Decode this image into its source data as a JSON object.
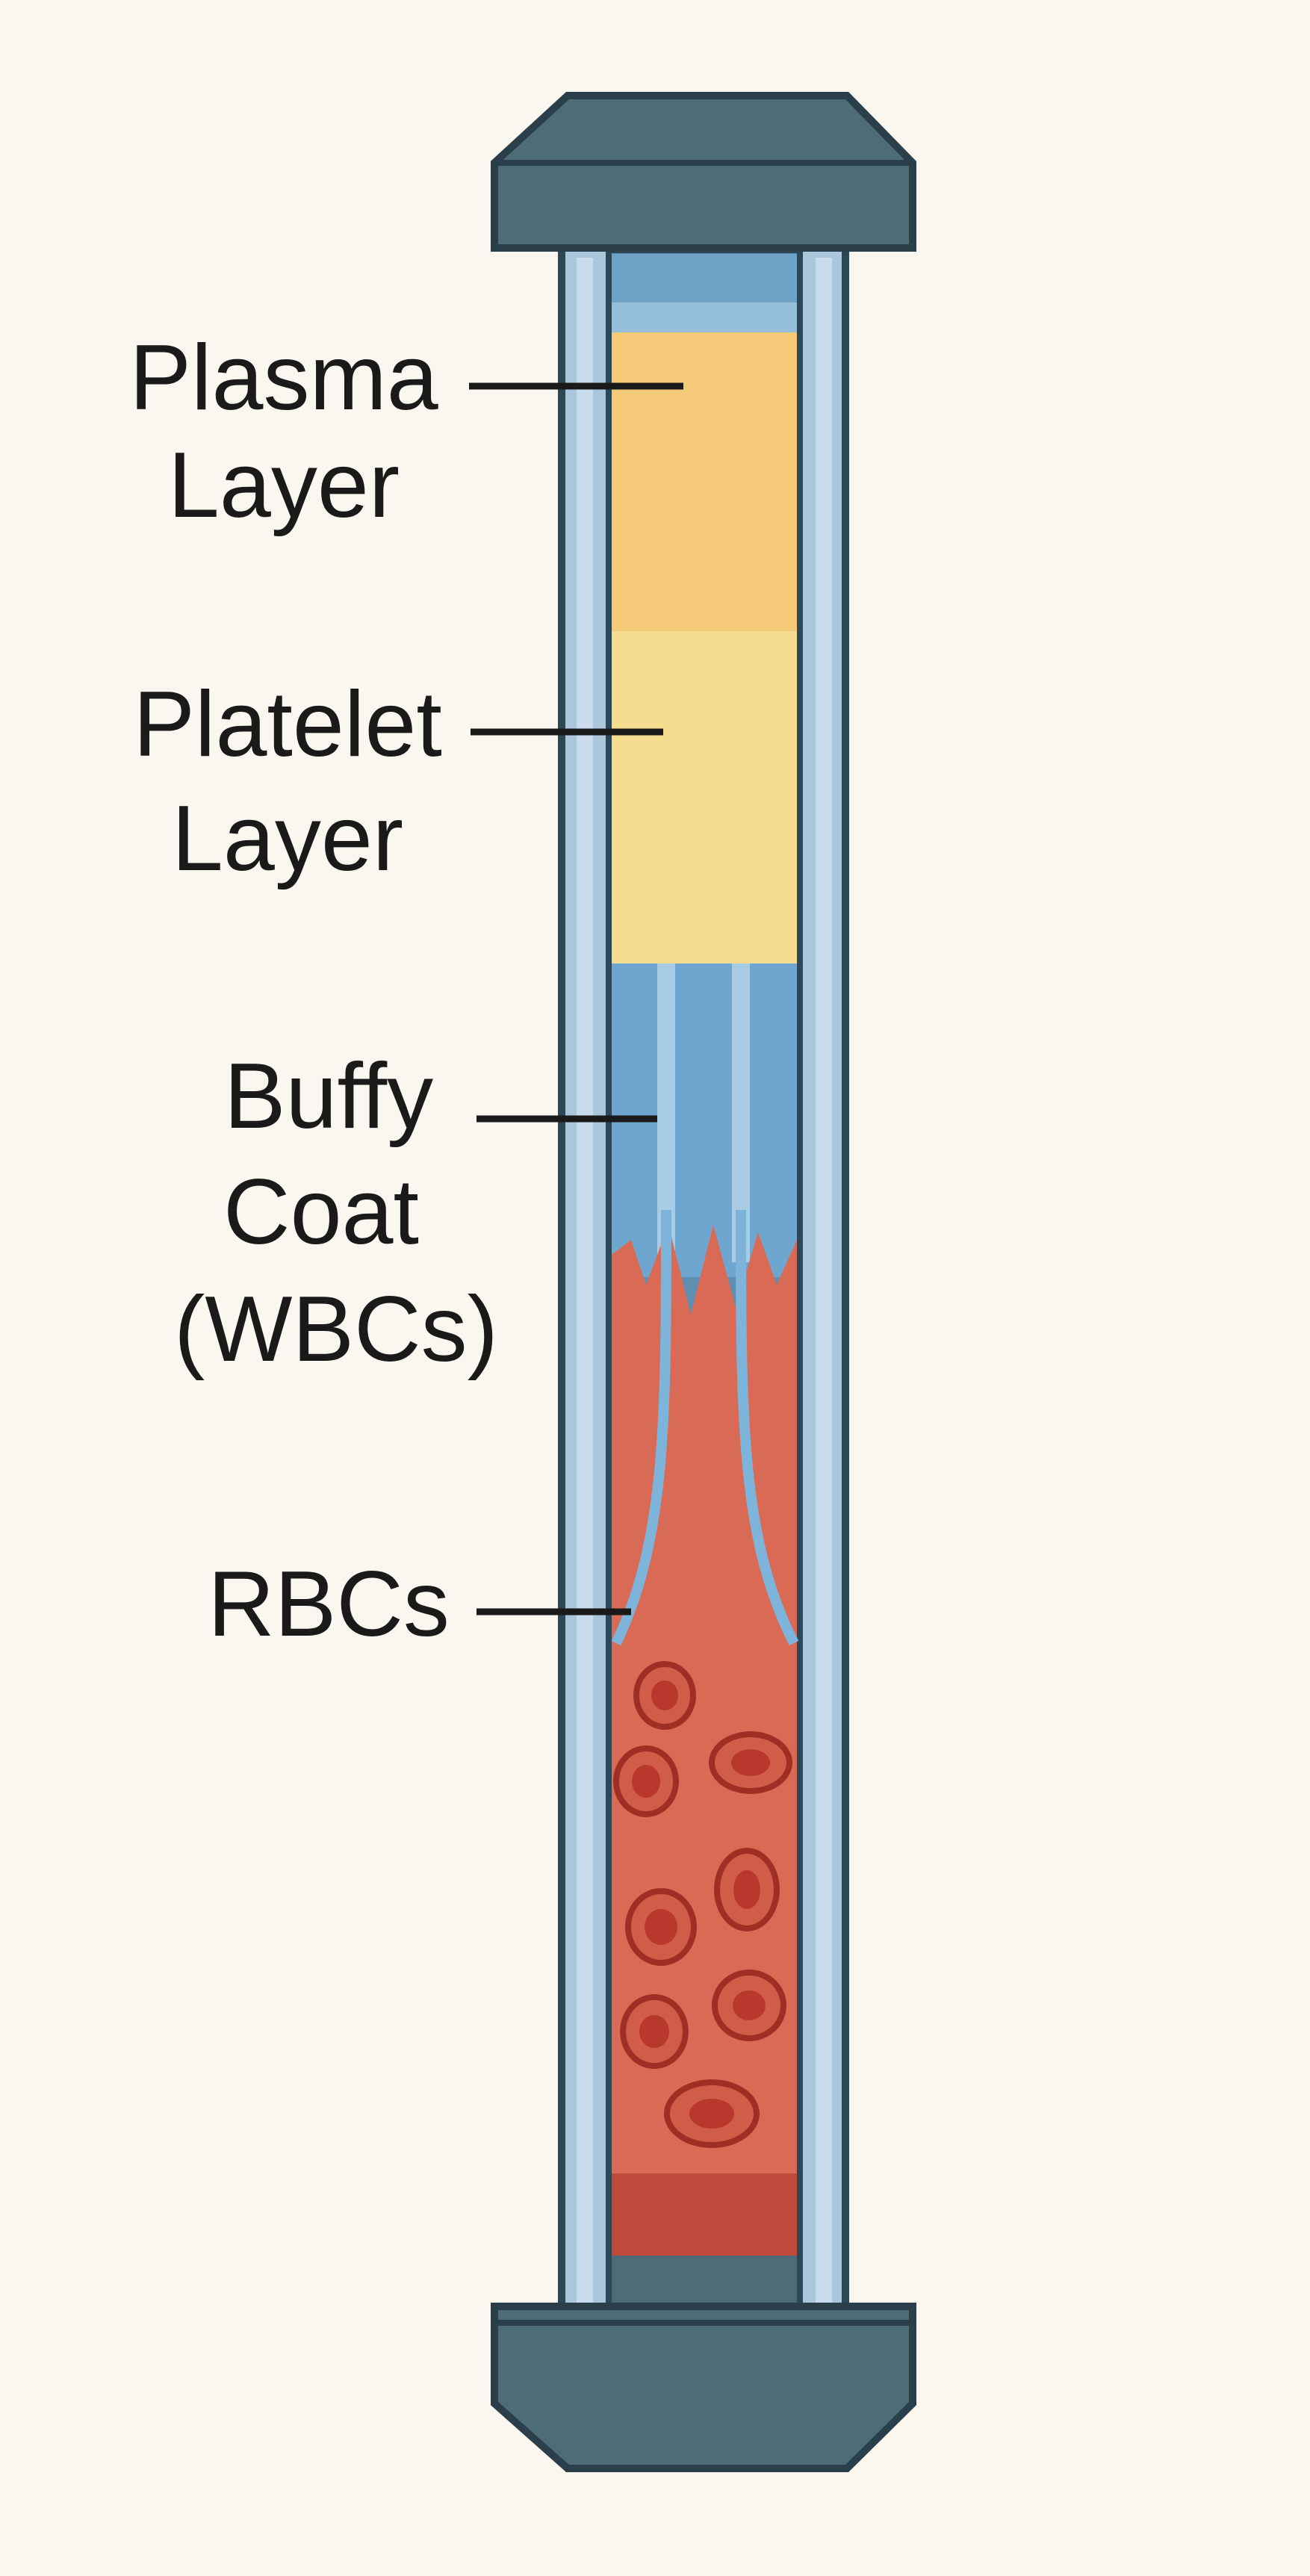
{
  "labels": {
    "plasma": [
      "Plasma",
      "Layer"
    ],
    "platelet": [
      "Platelet",
      "Layer"
    ],
    "buffy": [
      "Buffy",
      "Coat",
      "(WBCs)"
    ],
    "rbc": [
      "RBCs"
    ]
  },
  "colors": {
    "background": "#faf6f0",
    "cap": "#4e6b78",
    "cap_outline": "#2a3f49",
    "glass": "#a9c6dd",
    "glass_outline": "#2e4756",
    "plasma": "#f4c978",
    "platelet": "#f5dc8e",
    "buffy_coat": "#6fa6d0",
    "rbc": "#d96b56",
    "rbc_dark": "#c0493b",
    "rbc_cell": "#c7463a",
    "leader_line": "#1a1a1a"
  }
}
